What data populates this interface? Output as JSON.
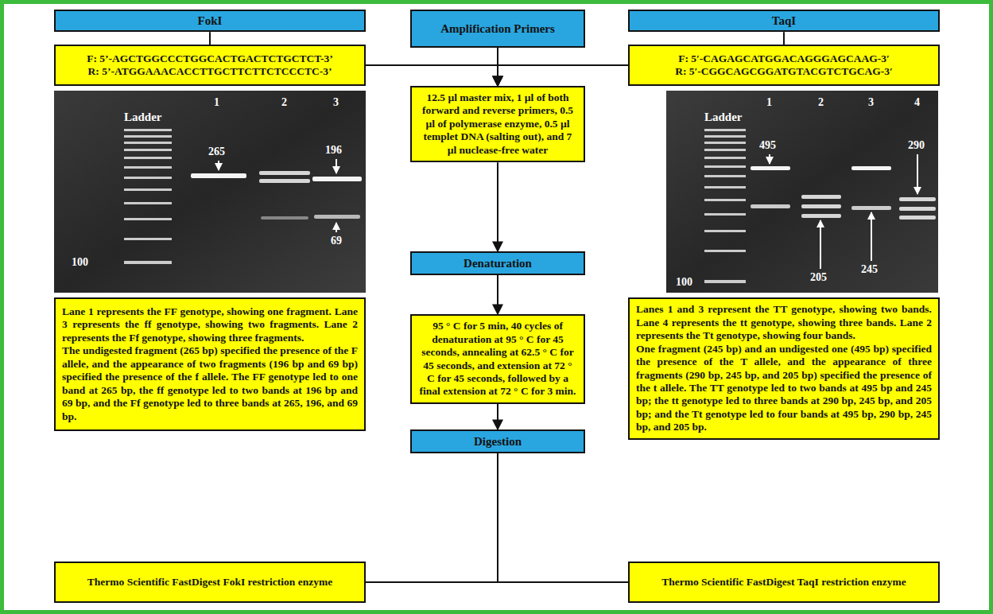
{
  "diagram": {
    "nodes": [
      {
        "text": [
          "FokI"
        ]
      },
      {
        "text": [
          "Amplification Primers"
        ]
      },
      {
        "text": [
          "TaqI"
        ]
      },
      {
        "text": [
          "F: 5’-AGCTGGCCCTGGCACTGACTCTGCTCT-3’",
          "R: 5’-ATGGAAACACCTTGCTTCTTCTCCCTC-3’"
        ]
      },
      {
        "text": [
          "F: 5′-CAGAGCATGGACAGGGAGCAAG-3′",
          "R: 5′-CGGCAGCGGATGTACGTCTGCAG-3′"
        ]
      },
      {
        "text": [
          "12.5 µl master mix, 1 µl of both forward and reverse primers, 0.5 µl of polymerase enzyme, 0.5 µl templet DNA (salting out), and 7 µl nuclease-free water"
        ]
      },
      {
        "text": [
          "Lane 1 represents the FF genotype, showing one fragment. Lane 3 represents the ff genotype, showing two fragments. Lane 2 represents the Ff genotype, showing three fragments.",
          "The undigested fragment (265 bp) specified the presence of the F allele, and the appearance of two fragments (196 bp and 69 bp) specified the presence of the f allele. The FF genotype led to one band at 265 bp, the ff genotype led to two bands at 196 bp and 69 bp, and the Ff genotype led to three bands at 265, 196, and 69 bp."
        ]
      },
      {
        "text": [
          "Lanes 1 and 3 represent the TT genotype, showing two bands. Lane 4 represents the tt genotype, showing three bands. Lane 2 represents the Tt genotype, showing four bands.",
          "One fragment (245 bp) and an undigested one (495 bp) specified the presence of the T allele, and the appearance of three fragments (290 bp, 245 bp, and 205 bp) specified the presence of the t allele. The TT genotype led to two bands at 495 bp and 245 bp; the tt genotype led to three bands at 290 bp, 245 bp, and 205 bp; and the Tt genotype led to four bands at 495 bp, 290 bp, 245 bp, and 205 bp."
        ]
      },
      {
        "text": [
          "Denaturation"
        ]
      },
      {
        "text": [
          "95 ° C for 5 min, 40 cycles of denaturation at 95 ° C for 45 seconds, annealing at 62.5 ° C for 45 seconds, and extension at 72 ° C for 45 seconds, followed by a final extension at 72 ° C for 3 min."
        ]
      },
      {
        "text": [
          "Digestion"
        ]
      },
      {
        "text": [
          "Thermo Scientific FastDigest FokI restriction enzyme"
        ]
      },
      {
        "text": [
          "Thermo Scientific FastDigest TaqI restriction enzyme"
        ]
      }
    ],
    "edges": [
      {
        "from": 0,
        "to": 3,
        "arrow": "none"
      },
      {
        "from": 2,
        "to": 4,
        "arrow": "none"
      },
      {
        "from": 1,
        "to": 5,
        "arrow": "to"
      },
      {
        "from": 3,
        "to": 5,
        "arrow": "to"
      },
      {
        "from": 4,
        "to": 5,
        "arrow": "to"
      },
      {
        "from": 5,
        "to": 8,
        "arrow": "to"
      },
      {
        "from": 8,
        "to": 9,
        "arrow": "to"
      },
      {
        "from": 9,
        "to": 10,
        "arrow": "to"
      },
      {
        "from": 10,
        "to": 11,
        "arrow": "none"
      },
      {
        "from": 10,
        "to": 12,
        "arrow": "none"
      }
    ],
    "labels": [
      "Ladder",
      "1",
      "2",
      "3",
      "265",
      "100",
      "196",
      "69",
      "Ladder",
      "1",
      "2",
      "3",
      "4",
      "495",
      "290",
      "100",
      "205",
      "245"
    ]
  }
}
